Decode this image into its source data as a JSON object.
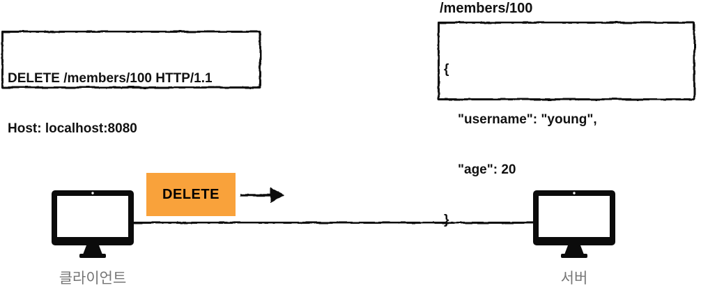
{
  "request_box": {
    "request_line": "DELETE /members/100 HTTP/1.1",
    "host_line": "Host: localhost:8080"
  },
  "resource": {
    "path_label": "/members/100",
    "body_lines": [
      "{",
      "\"username\": \"young\",",
      "\"age\": 20",
      "}"
    ]
  },
  "message": {
    "method_label": "DELETE"
  },
  "nodes": {
    "client_label": "클라이언트",
    "server_label": "서버"
  },
  "colors": {
    "method_box_bg": "#F9A23B",
    "node_label_text": "#757575",
    "ink": "#111111"
  }
}
